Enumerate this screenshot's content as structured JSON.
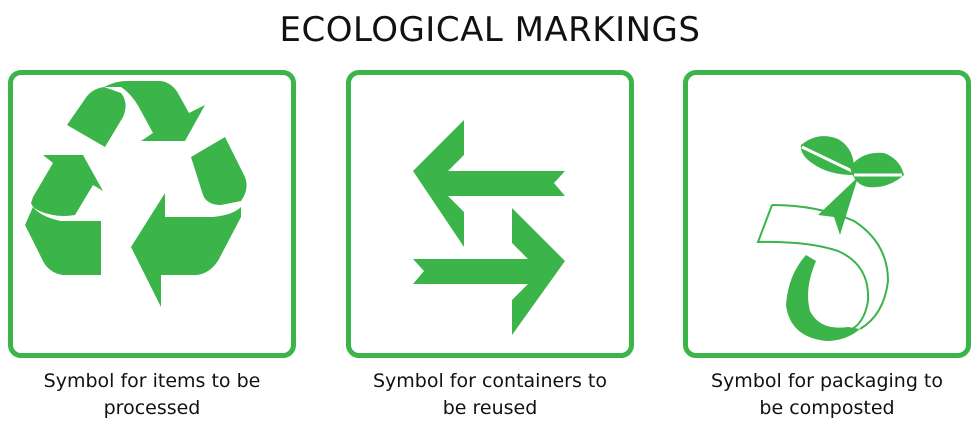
{
  "title": "ECOLOGICAL MARKINGS",
  "colors": {
    "accent": "#3bb44a",
    "text": "#111111",
    "background": "#ffffff"
  },
  "symbols": [
    {
      "icon": "recycle-icon",
      "caption_line1": "Symbol for items to be",
      "caption_line2": "processed"
    },
    {
      "icon": "reuse-arrows-icon",
      "caption_line1": "Symbol for containers to",
      "caption_line2": "be reused"
    },
    {
      "icon": "compost-seedling-icon",
      "caption_line1": "Symbol for packaging to",
      "caption_line2": "be composted"
    }
  ]
}
